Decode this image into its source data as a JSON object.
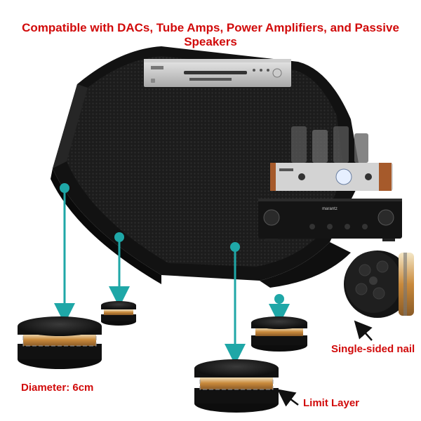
{
  "headline": "Compatible with DACs, Tube Amps, Power Amplifiers, and Passive Speakers",
  "labels": {
    "nail": "Single-sided nail",
    "diameter": "Diameter: 6cm",
    "limit": "Limit Layer"
  },
  "amplifier_brand": "marantz",
  "colors": {
    "headline": "#d10a0a",
    "arrow": "#1fa7a7",
    "speaker": "#1a1a1a"
  }
}
